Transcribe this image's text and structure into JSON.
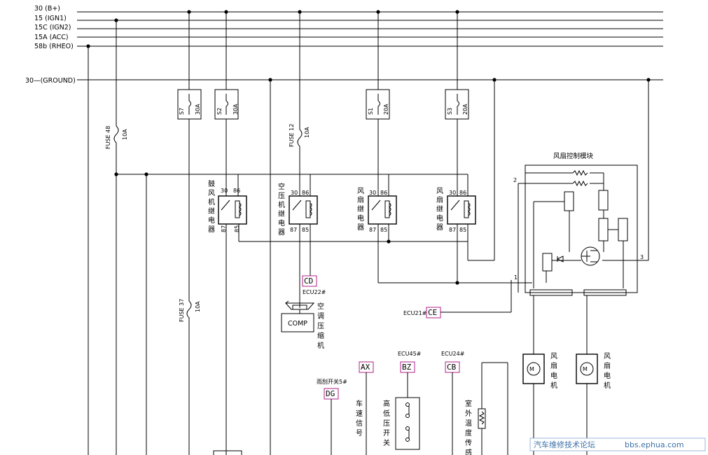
{
  "buses": {
    "b_plus": "30  (B+)",
    "ign1": "15  (IGN1)",
    "ign2": "15C (IGN2)",
    "acc": "15A (ACC)",
    "rheo": "58b (RHEO)",
    "ground": "30—(GROUND)"
  },
  "fuses": {
    "fuse48": "FUSE 48",
    "fuse48_rating": "10A",
    "fuse12": "FUSE 12",
    "fuse12_rating": "10A",
    "fuse37": "FUSE 37",
    "fuse37_rating": "10A",
    "s7": "S7",
    "s7_rating": "30A",
    "s2": "S2",
    "s2_rating": "30A",
    "s1": "S1",
    "s1_rating": "20A",
    "s3": "S3",
    "s3_rating": "20A"
  },
  "relays": {
    "blower": [
      "鼓",
      "风",
      "机",
      "继",
      "电",
      "器"
    ],
    "compressor": [
      "空",
      "压",
      "机",
      "继",
      "电",
      "器"
    ],
    "fan1": [
      "风",
      "扇",
      "继",
      "电",
      "器"
    ],
    "fan2": [
      "风",
      "扇",
      "继",
      "电",
      "器"
    ],
    "pin30": "30",
    "pin86": "86",
    "pin87": "87",
    "pin85": "85"
  },
  "module": {
    "title": "风扇控制模块",
    "pin1": "1",
    "pin2": "2",
    "pin3": "3"
  },
  "connectors": {
    "cd": "CD",
    "ecu22": "ECU22#",
    "ce": "CE",
    "ecu21": "ECU21#",
    "ax": "AX",
    "bz": "BZ",
    "ecu45": "ECU45#",
    "cb": "CB",
    "ecu24": "ECU24#",
    "dg": "DG",
    "wiper": "雨刮开关5#"
  },
  "components": {
    "comp": "COMP",
    "ac_compressor": [
      "空",
      "调",
      "压",
      "缩",
      "机"
    ],
    "motor1": [
      "风",
      "扇",
      "电",
      "机"
    ],
    "motor2": [
      "风",
      "扇",
      "电",
      "机"
    ],
    "speed_signal": [
      "车",
      "速",
      "信",
      "号"
    ],
    "pressure_switch": [
      "高",
      "低",
      "压",
      "开",
      "关"
    ],
    "temp_sensor": [
      "室",
      "外",
      "温",
      "度",
      "传",
      "感"
    ]
  },
  "watermark": {
    "cn": "汽车维修技术论坛",
    "url": "bbs.ephua.com"
  }
}
